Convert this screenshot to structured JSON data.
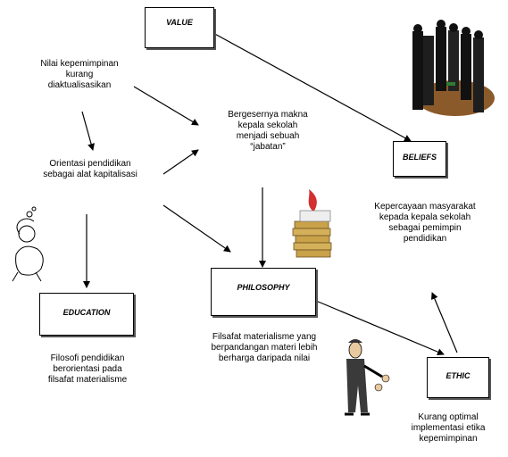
{
  "boxes": {
    "value": "VALUE",
    "beliefs": "BELIEFS",
    "philosophy": "PHILOSOPHY",
    "education": "EDUCATION",
    "ethic": "ETHIC"
  },
  "texts": {
    "nilai": "Nilai kepemimpinan\nkurang\ndiaktualisasikan",
    "orientasi": "Orientasi pendidikan\nsebagai alat kapitalisasi",
    "bergesernya": "Bergesernya makna\nkepala sekolah\nmenjadi sebuah\n“jabatan”",
    "kepercayaan": "Kepercayaan masyarakat\nkepada  kepala sekolah\nsebagai pemimpin\npendidikan",
    "filosofi": "Filosofi pendidikan\nberorientasi pada\nfilsafat materialisme",
    "filsafat": "Filsafat materialisme yang\nberpandangan materi lebih\nberharga daripada nilai",
    "kurang_optimal": "Kurang optimal\nimplementasi etika\nkepemimpinan"
  },
  "colors": {
    "line": "#000000",
    "shadow": "#555555"
  }
}
